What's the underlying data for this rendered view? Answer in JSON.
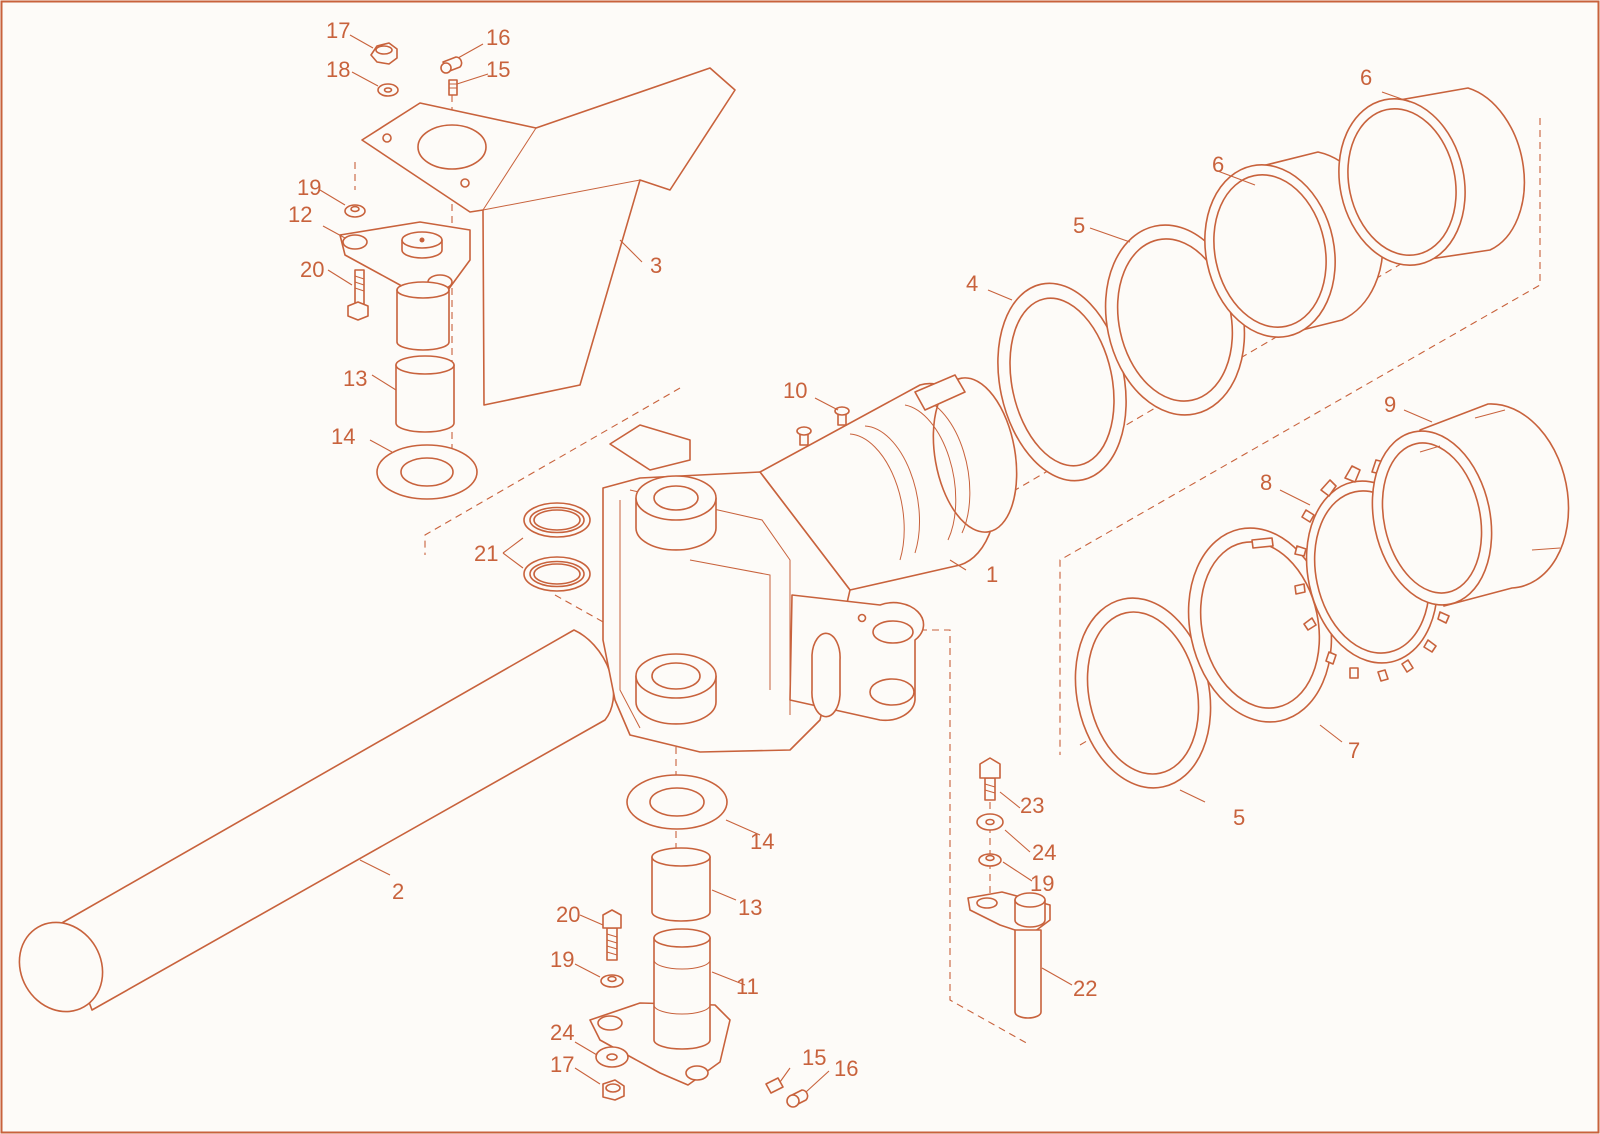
{
  "colors": {
    "ink": "#c8623c",
    "background": "#fdfbf8",
    "frame": "#c8623c"
  },
  "callouts": [
    {
      "id": "c1",
      "text": "1"
    },
    {
      "id": "c2",
      "text": "2"
    },
    {
      "id": "c3",
      "text": "3"
    },
    {
      "id": "c4",
      "text": "4"
    },
    {
      "id": "c5a",
      "text": "5"
    },
    {
      "id": "c5b",
      "text": "5"
    },
    {
      "id": "c6a",
      "text": "6"
    },
    {
      "id": "c6b",
      "text": "6"
    },
    {
      "id": "c7",
      "text": "7"
    },
    {
      "id": "c8",
      "text": "8"
    },
    {
      "id": "c9",
      "text": "9"
    },
    {
      "id": "c10",
      "text": "10"
    },
    {
      "id": "c11",
      "text": "11"
    },
    {
      "id": "c12",
      "text": "12"
    },
    {
      "id": "c13a",
      "text": "13"
    },
    {
      "id": "c13b",
      "text": "13"
    },
    {
      "id": "c14a",
      "text": "14"
    },
    {
      "id": "c14b",
      "text": "14"
    },
    {
      "id": "c15a",
      "text": "15"
    },
    {
      "id": "c15b",
      "text": "15"
    },
    {
      "id": "c16a",
      "text": "16"
    },
    {
      "id": "c16b",
      "text": "16"
    },
    {
      "id": "c17a",
      "text": "17"
    },
    {
      "id": "c17b",
      "text": "17"
    },
    {
      "id": "c18",
      "text": "18"
    },
    {
      "id": "c19a",
      "text": "19"
    },
    {
      "id": "c19b",
      "text": "19"
    },
    {
      "id": "c19c",
      "text": "19"
    },
    {
      "id": "c20a",
      "text": "20"
    },
    {
      "id": "c20b",
      "text": "20"
    },
    {
      "id": "c21",
      "text": "21"
    },
    {
      "id": "c22",
      "text": "22"
    },
    {
      "id": "c23",
      "text": "23"
    },
    {
      "id": "c24a",
      "text": "24"
    },
    {
      "id": "c24b",
      "text": "24"
    }
  ]
}
